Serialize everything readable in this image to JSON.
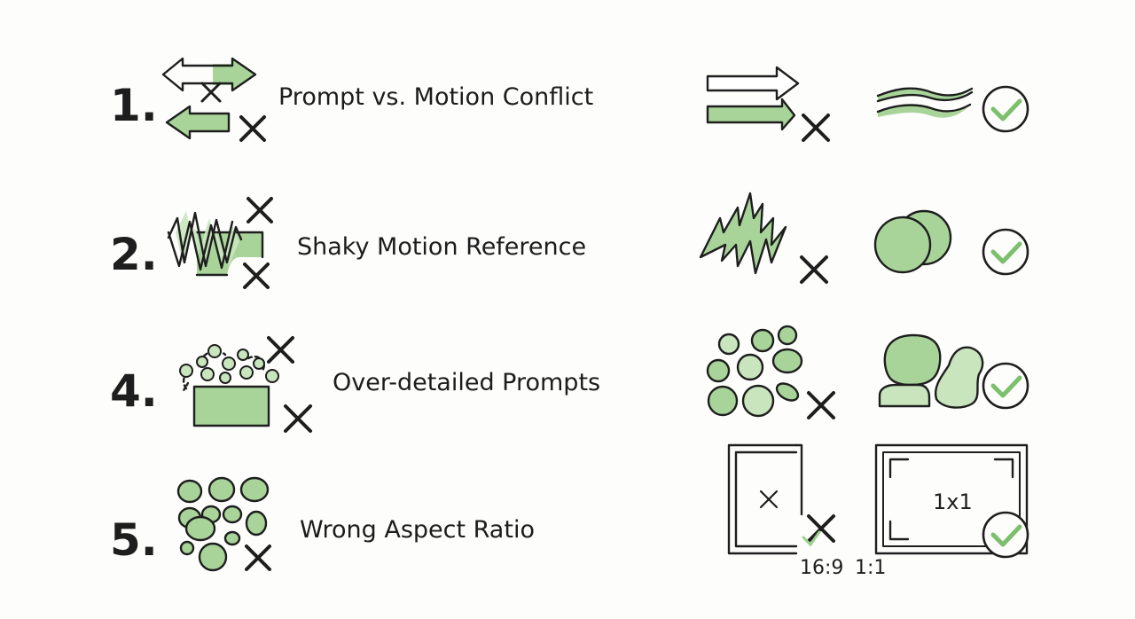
{
  "rows": [
    {
      "number": "1.",
      "label": "Prompt vs. Motion Conflict"
    },
    {
      "number": "2.",
      "label": "Shaky Motion Reference"
    },
    {
      "number": "4.",
      "label": "Over-detailed Prompts"
    },
    {
      "number": "5.",
      "label": "Wrong Aspect Ratio"
    }
  ],
  "aspect": {
    "inner_label": "1x1",
    "caption_left": "16:9",
    "caption_right": "1:1"
  },
  "colors": {
    "accent_green": "#a8d49a",
    "light_green": "#c8e5bd",
    "check_green": "#7cbf6c",
    "ink": "#1e1e1e"
  }
}
